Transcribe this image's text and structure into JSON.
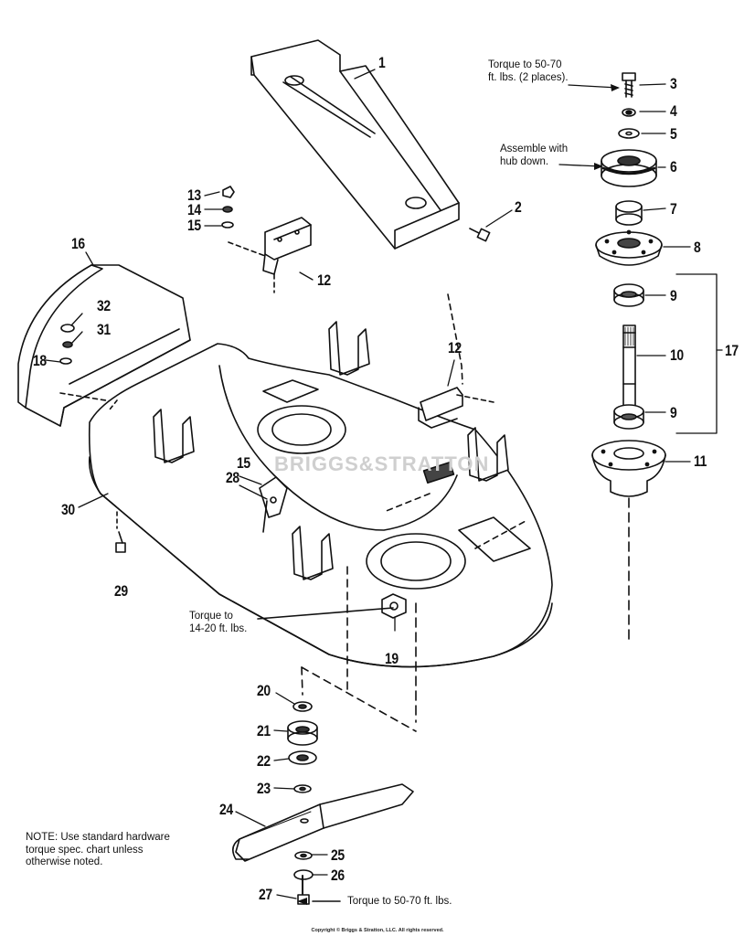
{
  "diagram": {
    "callouts": [
      {
        "id": "1",
        "label": "1"
      },
      {
        "id": "2",
        "label": "2"
      },
      {
        "id": "3",
        "label": "3"
      },
      {
        "id": "4",
        "label": "4"
      },
      {
        "id": "5",
        "label": "5"
      },
      {
        "id": "6",
        "label": "6"
      },
      {
        "id": "7",
        "label": "7"
      },
      {
        "id": "8",
        "label": "8"
      },
      {
        "id": "9a",
        "label": "9"
      },
      {
        "id": "10",
        "label": "10"
      },
      {
        "id": "9b",
        "label": "9"
      },
      {
        "id": "11",
        "label": "11"
      },
      {
        "id": "12a",
        "label": "12"
      },
      {
        "id": "12b",
        "label": "12"
      },
      {
        "id": "13",
        "label": "13"
      },
      {
        "id": "14",
        "label": "14"
      },
      {
        "id": "15a",
        "label": "15"
      },
      {
        "id": "15b",
        "label": "15"
      },
      {
        "id": "16",
        "label": "16"
      },
      {
        "id": "17",
        "label": "17"
      },
      {
        "id": "18",
        "label": "18"
      },
      {
        "id": "19",
        "label": "19"
      },
      {
        "id": "20",
        "label": "20"
      },
      {
        "id": "21",
        "label": "21"
      },
      {
        "id": "22",
        "label": "22"
      },
      {
        "id": "23",
        "label": "23"
      },
      {
        "id": "24",
        "label": "24"
      },
      {
        "id": "25",
        "label": "25"
      },
      {
        "id": "26",
        "label": "26"
      },
      {
        "id": "27",
        "label": "27"
      },
      {
        "id": "28",
        "label": "28"
      },
      {
        "id": "29",
        "label": "29"
      },
      {
        "id": "30",
        "label": "30"
      },
      {
        "id": "31",
        "label": "31"
      },
      {
        "id": "32",
        "label": "32"
      }
    ],
    "notes": {
      "torque_bolt_top": "Torque to 50-70\nft. lbs. (2 places).",
      "assemble_hub": "Assemble with\nhub down.",
      "torque_deck": "Torque to\n14-20 ft. lbs.",
      "torque_blade": "Torque to 50-70 ft. lbs.",
      "general_note": "NOTE: Use standard hardware\ntorque spec. chart unless\notherwise noted."
    },
    "watermark": "BRIGGS&STRATTON",
    "copyright": "Copyright © Briggs & Stratton, LLC. All rights reserved."
  }
}
